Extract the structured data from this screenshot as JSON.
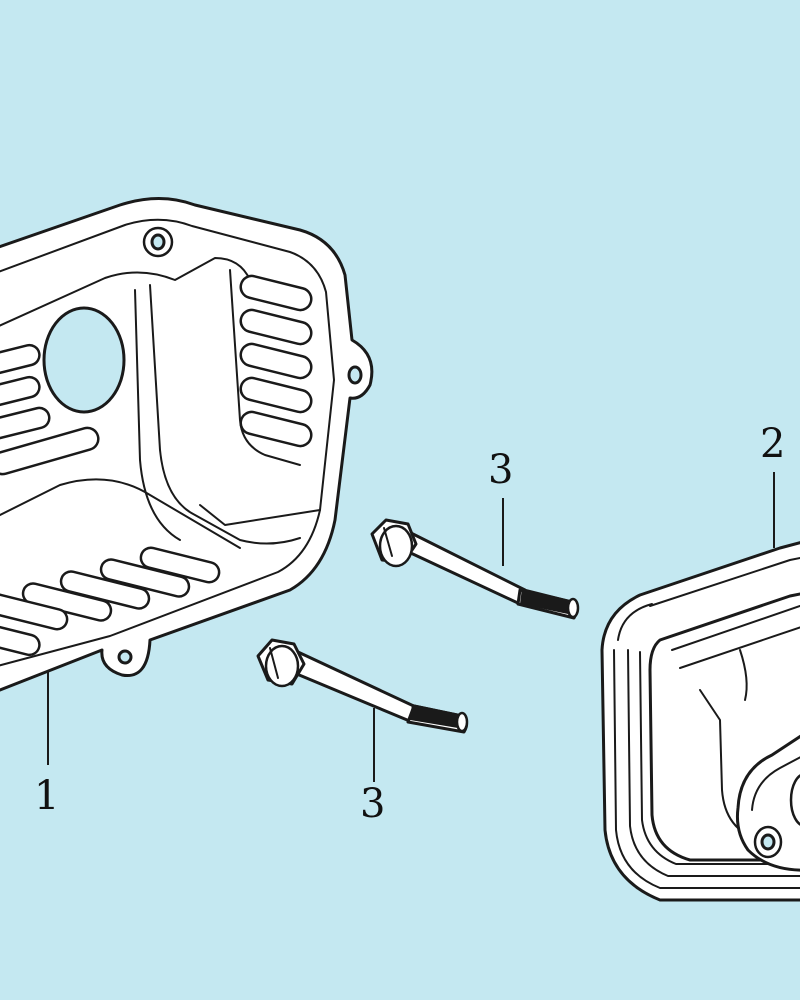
{
  "diagram": {
    "background": "#c4e8f1",
    "line_color": "#1a1a1a",
    "parts": [
      {
        "id": "heat-shield",
        "callout": "1"
      },
      {
        "id": "muffler",
        "callout": "2"
      },
      {
        "id": "bolt-upper",
        "callout": "3"
      },
      {
        "id": "bolt-lower",
        "callout": "3"
      }
    ]
  }
}
